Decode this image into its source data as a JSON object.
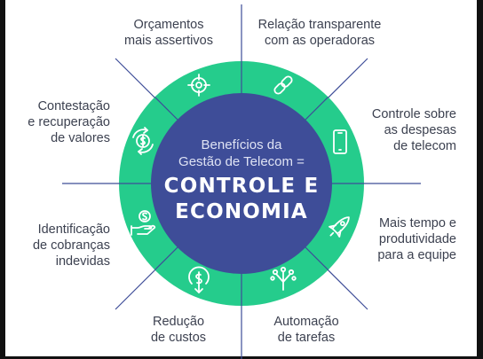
{
  "center": {
    "subtitle_line1": "Benefícios da",
    "subtitle_line2": "Gestão de Telecom =",
    "title_line1": "CONTROLE E",
    "title_line2": "ECONOMIA"
  },
  "benefits": [
    {
      "lines": [
        "Orçamentos",
        "mais assertivos"
      ],
      "icon": "target-icon"
    },
    {
      "lines": [
        "Relação transparente",
        "com as operadoras"
      ],
      "icon": "chain-link-icon"
    },
    {
      "lines": [
        "Controle sobre",
        "as despesas",
        "de telecom"
      ],
      "icon": "smartphone-icon"
    },
    {
      "lines": [
        "Mais tempo e",
        "produtividade",
        "para a equipe"
      ],
      "icon": "rocket-icon"
    },
    {
      "lines": [
        "Automação",
        "de tarefas"
      ],
      "icon": "network-tree-icon"
    },
    {
      "lines": [
        "Redução",
        "de custos"
      ],
      "icon": "money-down-icon"
    },
    {
      "lines": [
        "Identificação",
        "de cobranças",
        "indevidas"
      ],
      "icon": "hand-money-icon"
    },
    {
      "lines": [
        "Contestação",
        "e recuperação",
        "de valores"
      ],
      "icon": "money-recovery-icon"
    }
  ],
  "colors": {
    "ring": "#25cc8c",
    "core": "#3e4d98",
    "lines": "#3e4d98",
    "text": "#3c4150"
  }
}
